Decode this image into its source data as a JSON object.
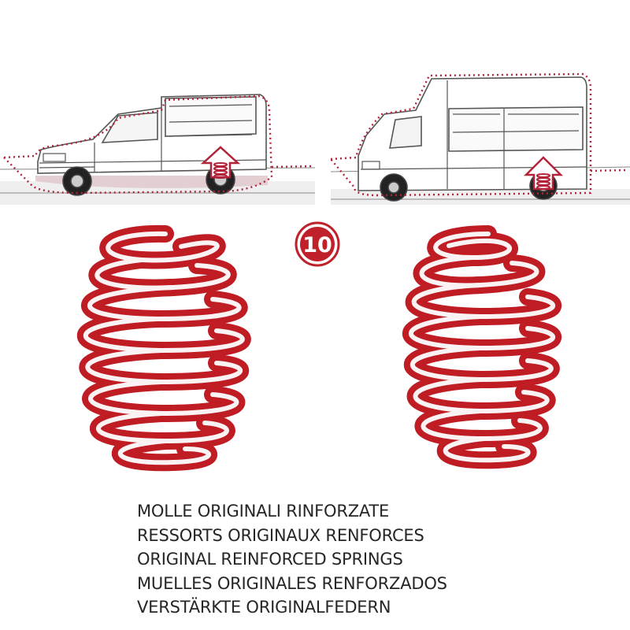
{
  "badge": {
    "number": "10"
  },
  "caption": {
    "lines": [
      "MOLLE ORIGINALI RINFORZATE",
      "RESSORTS ORIGINAUX RENFORCES",
      "ORIGINAL REINFORCED SPRINGS",
      "MUELLES ORIGINALES RENFORZADOS",
      "VERSTÄRKTE ORIGINALFEDERN"
    ]
  },
  "colors": {
    "spring_red": "#d8232a",
    "spring_dark": "#b01c22",
    "outline_gray": "#555555",
    "dotted_line": "#b3243a",
    "ground_shadow": "#d8c6c8",
    "ground_fill": "#ececec"
  },
  "icons": {
    "left_illustration": "small-van-lowered-icon",
    "right_illustration": "high-roof-van-lowered-icon",
    "arrow": "up-arrow-spring-icon"
  }
}
